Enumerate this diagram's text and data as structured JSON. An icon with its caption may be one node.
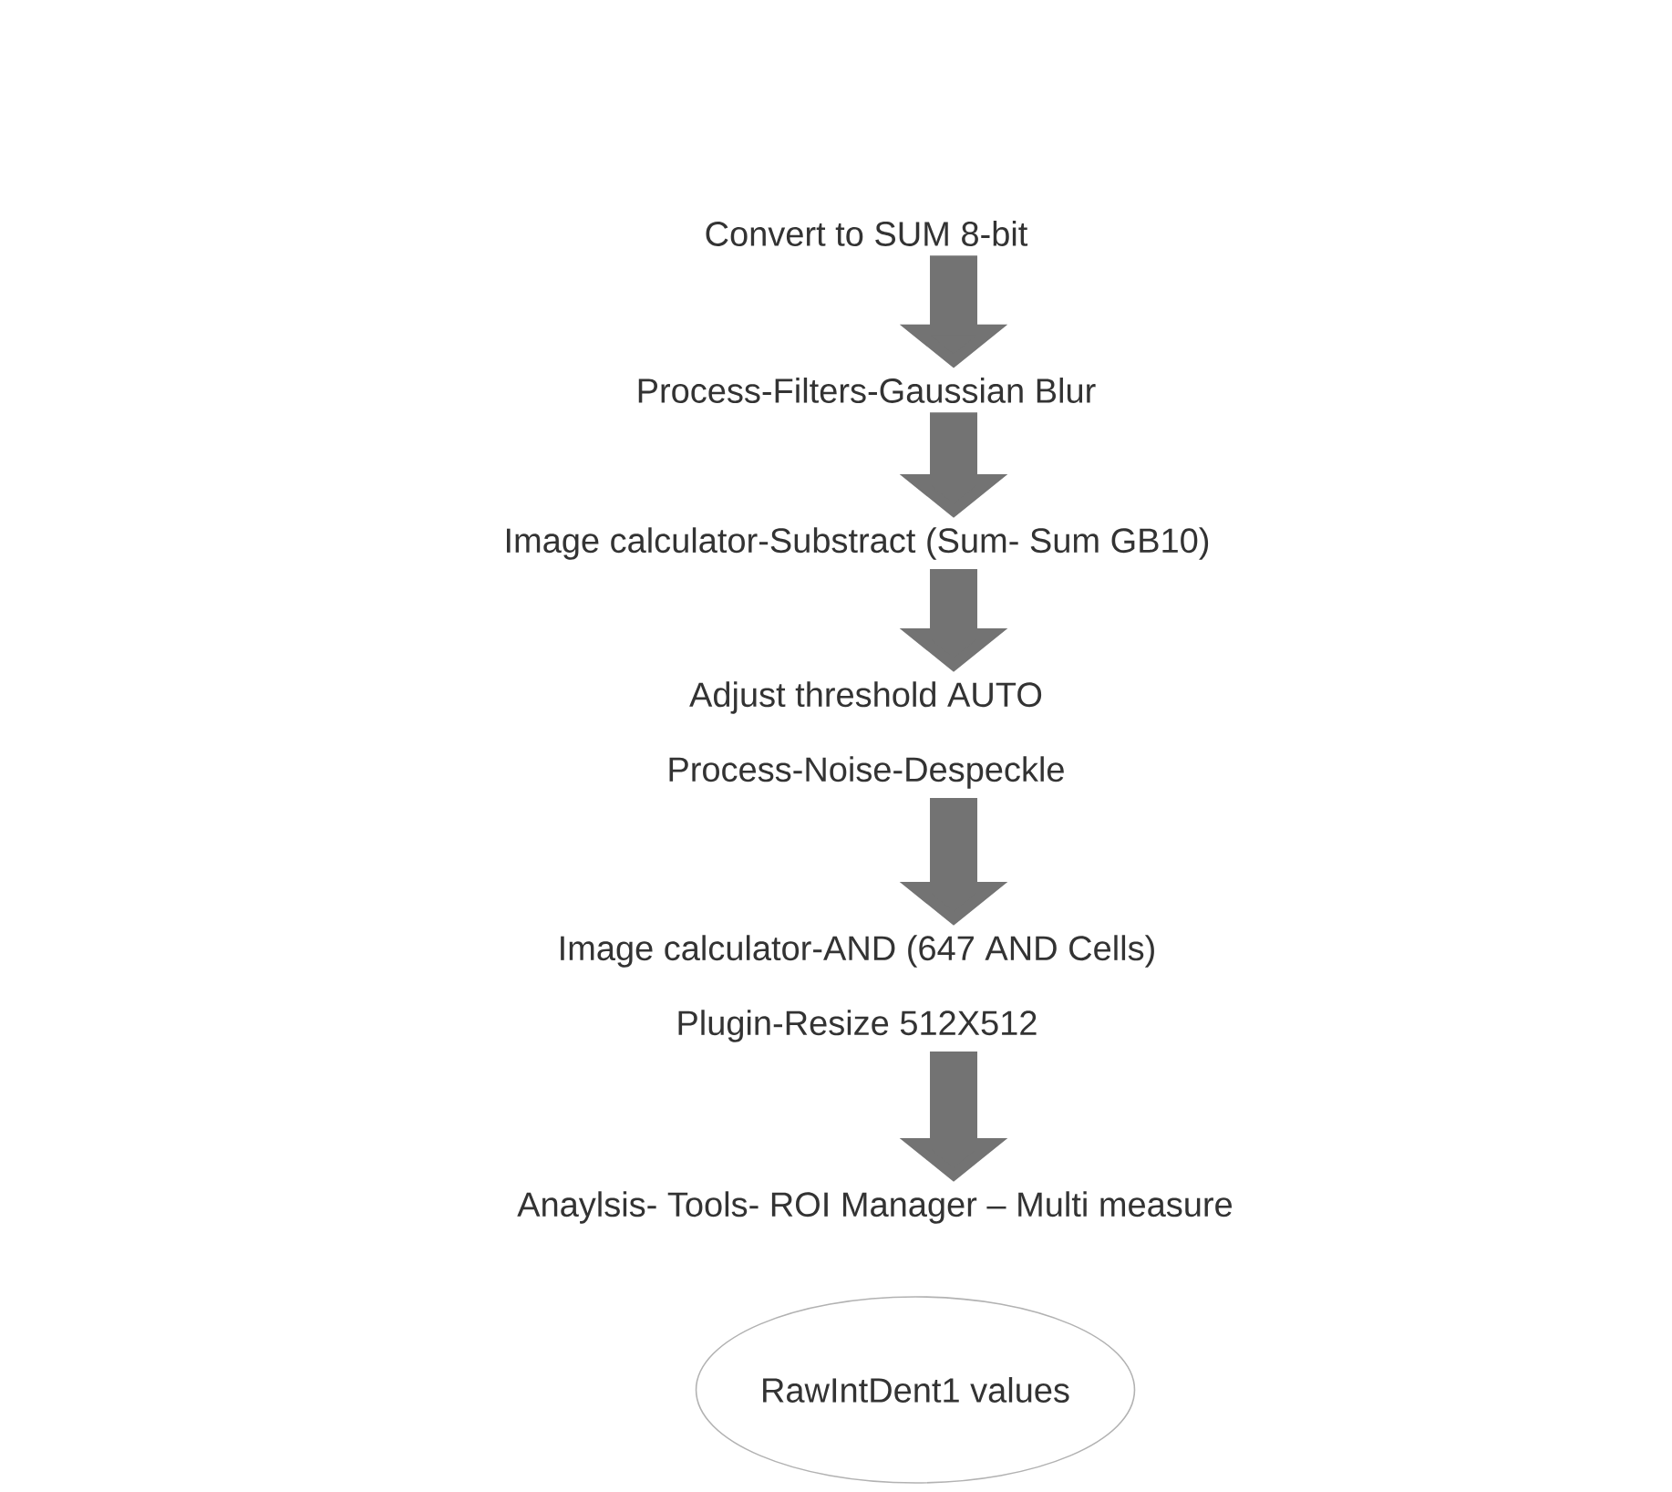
{
  "diagram": {
    "nodes": [
      {
        "text": [
          "Convert to SUM 8-bit"
        ]
      },
      {
        "text": [
          "Process-Filters-Gaussian Blur"
        ]
      },
      {
        "text": [
          "Image calculator-Substract (Sum- Sum GB10)"
        ]
      },
      {
        "text": [
          "Adjust threshold AUTO",
          "Process-Noise-Despeckle"
        ]
      },
      {
        "text": [
          "Image calculator-AND (647 AND Cells)",
          "Plugin-Resize 512X512"
        ]
      },
      {
        "text": [
          "Anaylsis- Tools- ROI Manager – Multi measure"
        ]
      },
      {
        "text": [
          "RawIntDent1 values"
        ]
      }
    ],
    "edges": [
      {
        "from": 0,
        "to": 1,
        "arrow": "to"
      },
      {
        "from": 1,
        "to": 2,
        "arrow": "to"
      },
      {
        "from": 2,
        "to": 3,
        "arrow": "to"
      },
      {
        "from": 3,
        "to": 4,
        "arrow": "to"
      },
      {
        "from": 4,
        "to": 5,
        "arrow": "to"
      }
    ]
  }
}
